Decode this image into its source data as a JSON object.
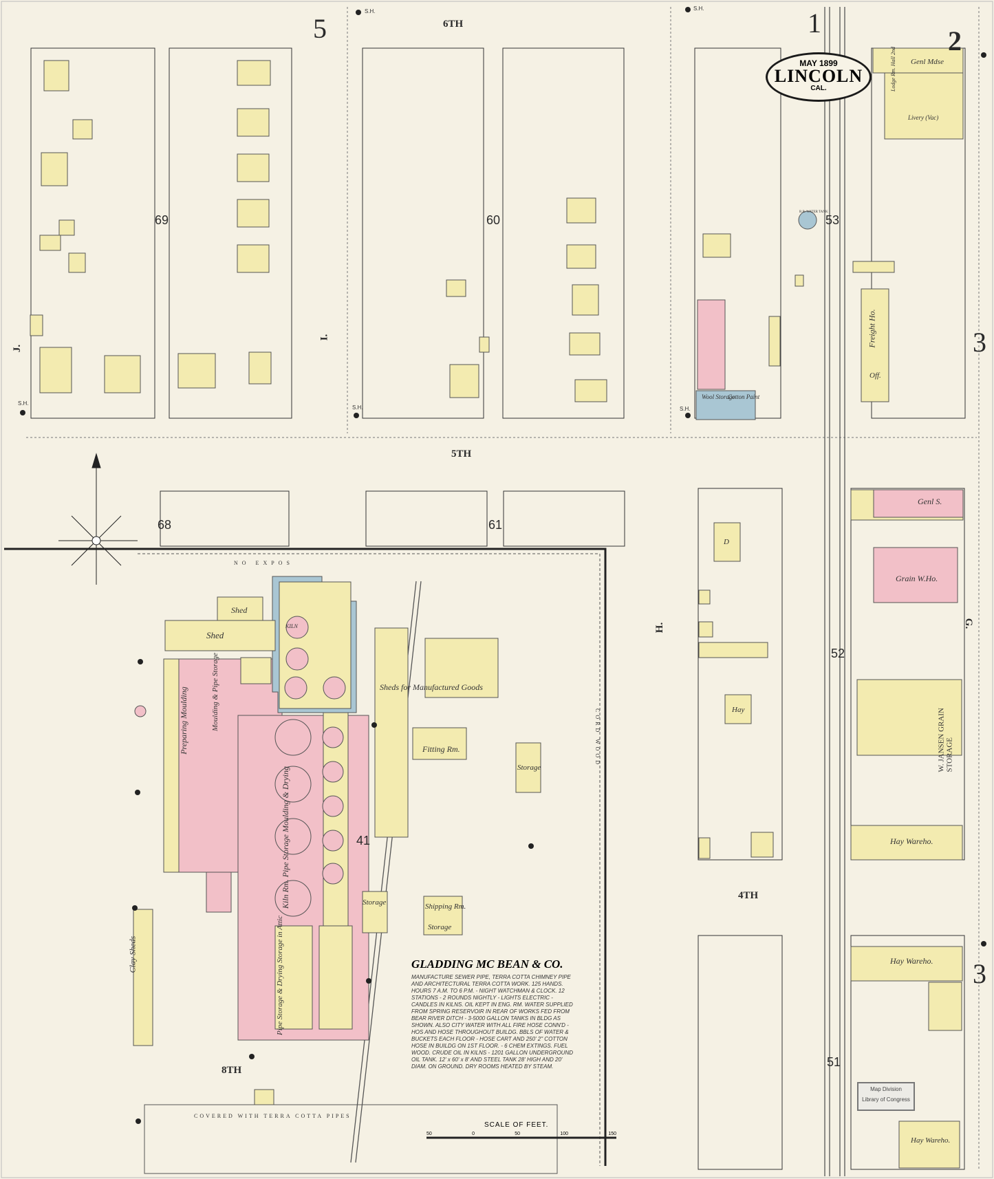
{
  "map": {
    "date": "MAY 1899",
    "city": "LINCOLN",
    "state": "CAL.",
    "sheet_number": "2",
    "scale_label": "SCALE OF FEET.",
    "scale_ticks": [
      "50",
      "0",
      "50",
      "100",
      "150"
    ]
  },
  "colors": {
    "paper": "#f5f1e4",
    "frame_yellow": "#f3ebb0",
    "brick_pink": "#f2c0c8",
    "stone_blue": "#a9c6d3",
    "line": "#2a2a2a"
  },
  "streets": {
    "sixth": "6TH",
    "fifth": "5TH",
    "fourth": "4TH",
    "eighth": "8TH",
    "j": "J.",
    "i": "I.",
    "h": "H.",
    "g": "G."
  },
  "block_numbers": [
    "69",
    "60",
    "53",
    "68",
    "61",
    "52",
    "41",
    "51"
  ],
  "adjoining_sheets": [
    "5",
    "1",
    "3",
    "3"
  ],
  "company": {
    "name": "GLADDING MC BEAN & CO.",
    "notes": "MANUFACTURE SEWER PIPE, TERRA COTTA CHIMNEY PIPE AND ARCHITECTURAL TERRA COTTA WORK. 125 HANDS. HOURS 7 A.M. TO 6 P.M. - NIGHT WATCHMAN & CLOCK. 12 STATIONS - 2 ROUNDS NIGHTLY - LIGHTS ELECTRIC - CANDLES IN KILNS. OIL KEPT IN ENG. RM. WATER SUPPLIED FROM SPRING RESERVOIR IN REAR OF WORKS FED FROM BEAR RIVER DITCH - 3-5000 GALLON TANKS IN BLDG AS SHOWN. ALSO CITY WATER WITH ALL FIRE HOSE CONN'D - HOS AND HOSE THROUGHOUT BUILDG. BBLS OF WATER & BUCKETS EACH FLOOR - HOSE CART AND 250' 2\" COTTON HOSE IN BUILDG ON 1ST FLOOR. - 6 CHEM EXTINGS. FUEL WOOD. CRUDE OIL IN KILNS - 1201 GALLON UNDERGROUND OIL TANK. 12' x 60' x 8' AND STEEL TANK 28' HIGH AND 20' DIAM. ON GROUND. DRY ROOMS HEATED BY STEAM."
  },
  "building_labels": {
    "shed1": "Shed",
    "shed2": "Shed",
    "mfg_goods": "Sheds for Manufactured Goods",
    "fitting": "Fitting Rm.",
    "storage_l": "Storage",
    "storage_g": "Storage",
    "shipping": "Shipping Rm.",
    "storage_h": "Storage",
    "clay_sheds": "Clay Sheds",
    "preparing": "Preparing Moulding",
    "moulding_pipe": "Moulding & Pipe Storage",
    "kiln_pipe": "Kiln Rm. Pipe Storage Moulding & Drying",
    "pipe_storage": "Pipe Storage & Drying Storage in Attic",
    "kiln": "KILN",
    "genl_mdse": "Genl Mdse",
    "lodge": "Lodge Rm. Hall 2nd",
    "livery": "Livery (Vac)",
    "freight": "Freight Ho.",
    "off": "Off.",
    "wool": "Wool Storage",
    "cotton": "Cotton Paint",
    "genl_s": "Genl S.",
    "grain": "Grain W.Ho.",
    "jansen": "W. JANSEN GRAIN STORAGE",
    "hay_wareho1": "Hay Wareho.",
    "hay_wareho2": "Hay Wareho.",
    "hay_wareho3": "Hay Wareho.",
    "hay": "Hay",
    "dwelling": "D",
    "rr_tank": "R.R. WATER TANK",
    "no_expos": "NO EXPOS",
    "cord_wood": "CORD WOOD",
    "covered": "COVERED WITH TERRA COTTA PIPES"
  },
  "stamp": {
    "line1": "Map Division",
    "line2": "Library of Congress"
  },
  "hydrant_label": "S.H."
}
